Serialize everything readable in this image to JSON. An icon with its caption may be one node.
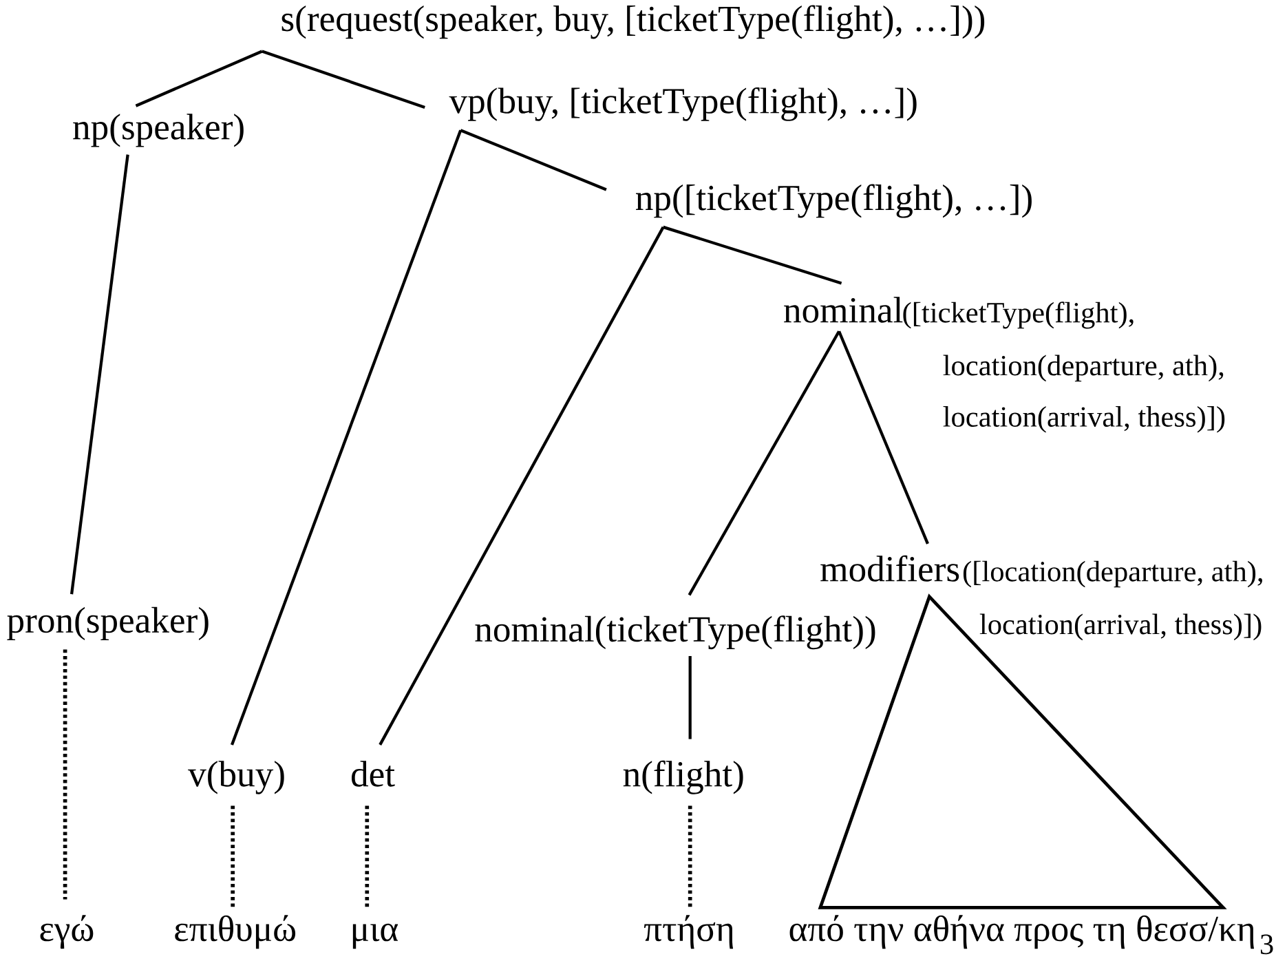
{
  "diagram": {
    "nodes": [
      {
        "text": [
          "s(request(speaker, buy, [ticketType(flight), …]))"
        ]
      },
      {
        "text": [
          "np(speaker)"
        ]
      },
      {
        "text": [
          "vp(buy, [ticketType(flight), …])"
        ]
      },
      {
        "text": [
          "np([ticketType(flight), …])"
        ]
      },
      {
        "text": [
          "nominal",
          "([ticketType(flight),",
          "location(departure, ath),",
          "location(arrival, thess)])"
        ]
      },
      {
        "text": [
          "pron(speaker)"
        ]
      },
      {
        "text": [
          "v(buy)"
        ]
      },
      {
        "text": [
          "det"
        ]
      },
      {
        "text": [
          "nominal(ticketType(flight))"
        ]
      },
      {
        "text": [
          "modifiers",
          "([location(departure, ath),",
          "location(arrival, thess)])"
        ]
      },
      {
        "text": [
          "n(flight)"
        ]
      },
      {
        "text": [
          "εγώ"
        ]
      },
      {
        "text": [
          "επιθυμώ"
        ]
      },
      {
        "text": [
          "μια"
        ]
      },
      {
        "text": [
          "πτήση"
        ]
      },
      {
        "text": [
          "από την αθήνα προς τη θεσσ/κη"
        ]
      }
    ],
    "edges": [
      {
        "from": 0,
        "to": 1,
        "arrow": "none"
      },
      {
        "from": 0,
        "to": 2,
        "arrow": "none"
      },
      {
        "from": 1,
        "to": 5,
        "arrow": "none"
      },
      {
        "from": 2,
        "to": 6,
        "arrow": "none"
      },
      {
        "from": 2,
        "to": 3,
        "arrow": "none"
      },
      {
        "from": 3,
        "to": 7,
        "arrow": "none"
      },
      {
        "from": 3,
        "to": 4,
        "arrow": "none"
      },
      {
        "from": 4,
        "to": 8,
        "arrow": "none"
      },
      {
        "from": 4,
        "to": 9,
        "arrow": "none"
      },
      {
        "from": 8,
        "to": 10,
        "arrow": "none"
      },
      {
        "from": 5,
        "to": 11,
        "arrow": "none",
        "style": "dashed"
      },
      {
        "from": 6,
        "to": 12,
        "arrow": "none",
        "style": "dashed"
      },
      {
        "from": 7,
        "to": 13,
        "arrow": "none",
        "style": "dashed"
      },
      {
        "from": 10,
        "to": 14,
        "arrow": "none",
        "style": "dashed"
      }
    ],
    "labels": [
      "3"
    ]
  }
}
